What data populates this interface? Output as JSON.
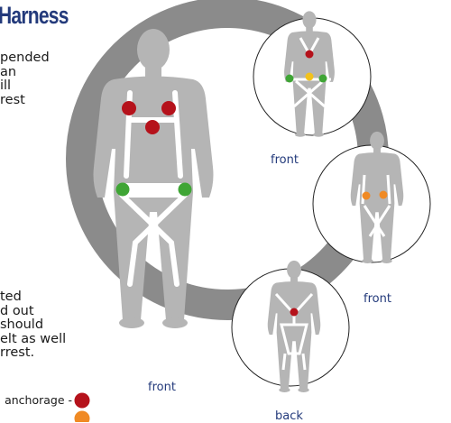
{
  "title": "Harness",
  "intro_text": "pended\nan\nill\nrest",
  "footnote_text": "ted\nd out\nshould\nelt as well\nrrest.",
  "captions": {
    "main": "front",
    "top": "front",
    "middle": "front",
    "bottom": "back"
  },
  "legend": [
    {
      "label": "anchorage -",
      "color": "#b5121b"
    },
    {
      "label": "",
      "color": "#f08a24"
    }
  ],
  "colors": {
    "anchorage_red": "#b5121b",
    "shoulder_orange": "#f08a24",
    "waist_green": "#3fa535",
    "chest_yellow": "#f2c21c",
    "brand_blue": "#233a7b",
    "ring_gray": "#8b8b8b",
    "figure_gray": "#b5b5b5"
  }
}
